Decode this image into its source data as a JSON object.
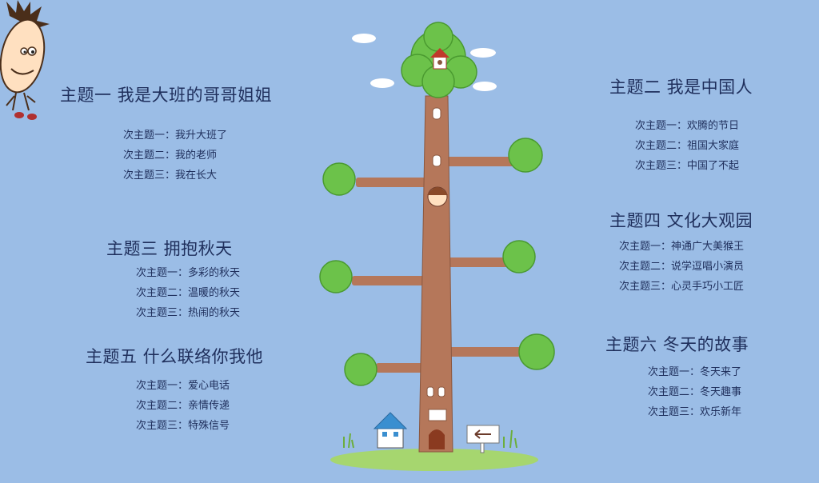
{
  "themes": [
    {
      "title": "主题一  我是大班的哥哥姐姐",
      "subs": [
        "次主题一：我升大班了",
        "次主题二：我的老师",
        "次主题三：我在长大"
      ]
    },
    {
      "title": "主题二    我是中国人",
      "subs": [
        "次主题一：欢腾的节日",
        "次主题二：祖国大家庭",
        "次主题三：中国了不起"
      ]
    },
    {
      "title": "主题三   拥抱秋天",
      "subs": [
        "次主题一：多彩的秋天",
        "次主题二：温暖的秋天",
        "次主题三：热闹的秋天"
      ]
    },
    {
      "title": "主题四 文化大观园",
      "subs": [
        "次主题一：神通广大美猴王",
        "次主题二：说学逗唱小演员",
        "次主题三：心灵手巧小工匠"
      ]
    },
    {
      "title": "主题五  什么联络你我他",
      "subs": [
        "次主题一：爱心电话",
        "次主题二：亲情传递",
        "次主题三：特殊信号"
      ]
    },
    {
      "title": "主题六 冬天的故事",
      "subs": [
        "次主题一：冬天来了",
        "次主题二：冬天趣事",
        "次主题三：欢乐新年"
      ]
    }
  ],
  "colors": {
    "background": "#9bbde6",
    "text": "#1f2f5c",
    "trunk": "#b5775a",
    "leaf": "#6cc24a",
    "grass": "#a6d66f"
  }
}
